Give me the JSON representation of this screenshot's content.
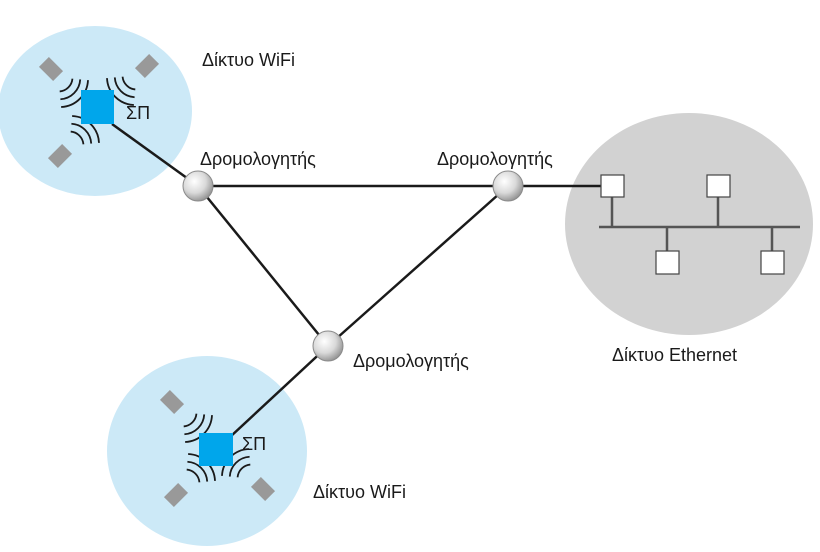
{
  "labels": {
    "wifi_top": "Δίκτυο WiFi",
    "wifi_bottom": "Δίκτυο WiFi",
    "ethernet": "Δίκτυο Ethernet",
    "router_left": "Δρομολογητής",
    "router_right": "Δρομολογητής",
    "router_bottom": "Δρομολογητής",
    "ap_top": "ΣΠ",
    "ap_bottom": "ΣΠ"
  },
  "colors": {
    "wifi_cloud": "#cce9f7",
    "ethernet_cloud": "#d2d2d2",
    "access_point": "#00a6eb",
    "device": "#999999",
    "link": "#1a1a1a"
  }
}
